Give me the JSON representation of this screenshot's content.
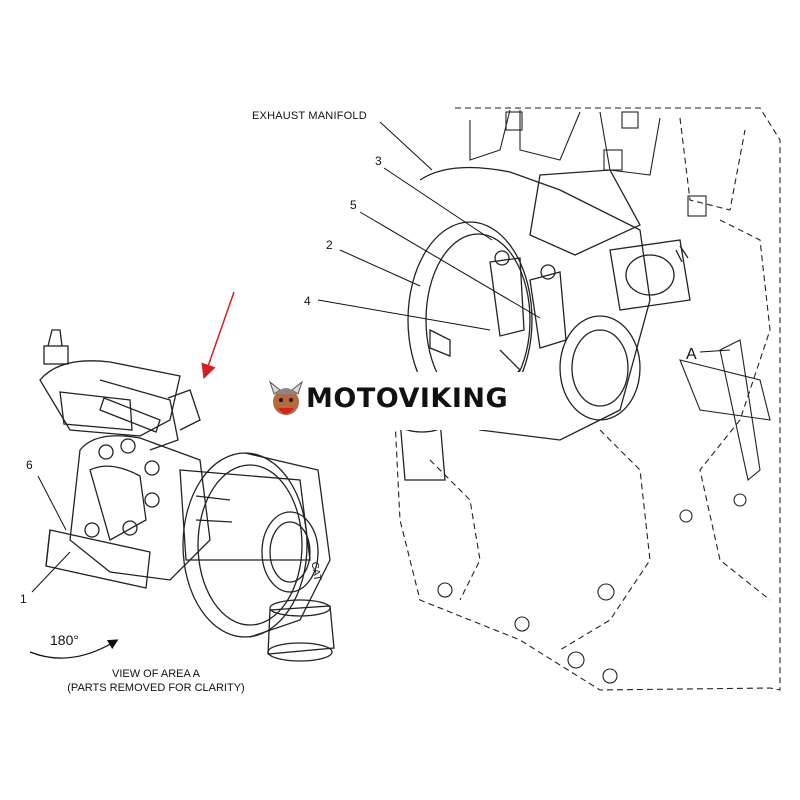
{
  "diagram": {
    "labels": {
      "exhaust_manifold": "EXHAUST MANIFOLD",
      "area_marker": "A",
      "callout_1": "1",
      "callout_2": "2",
      "callout_3": "3",
      "callout_4": "4",
      "callout_5": "5",
      "callout_6": "6",
      "rotation": "180°",
      "turbo_badge": "CAT"
    },
    "caption": {
      "line1": "VIEW OF AREA A",
      "line2": "(PARTS REMOVED FOR CLARITY)"
    }
  },
  "watermark": {
    "text": "MOTOVIKING",
    "accent_color": "#d42020"
  }
}
